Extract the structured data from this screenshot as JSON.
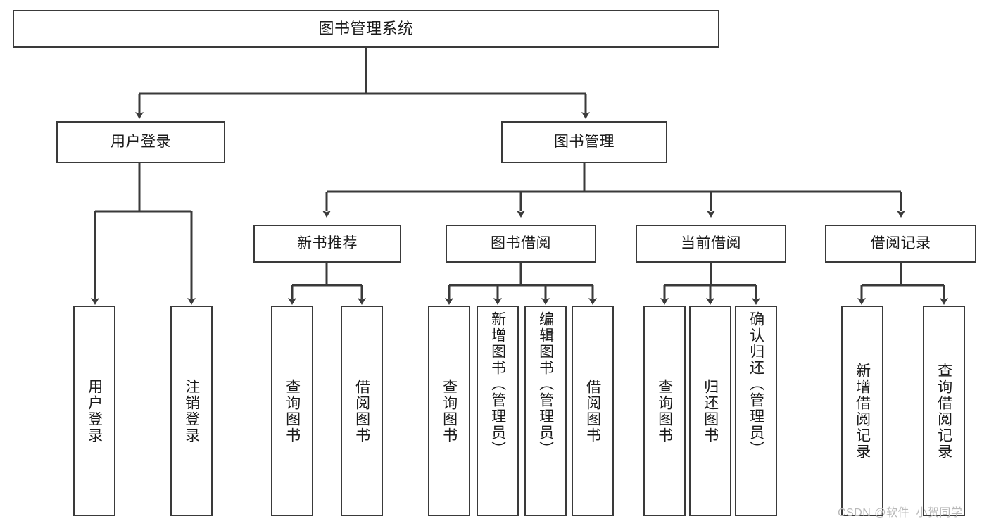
{
  "diagram": {
    "title": "图书管理系统",
    "type": "hierarchy-tree",
    "levels": 4,
    "colors": {
      "background": "#ffffff",
      "box_border": "#3a3a3a",
      "box_fill": "#ffffff",
      "connector": "#3a3a3a",
      "text": "#1a1a1a",
      "watermark": "#b9b9b9"
    },
    "nodes": {
      "root": {
        "label": "图书管理系统"
      },
      "level2": [
        {
          "id": "user-login",
          "label": "用户登录"
        },
        {
          "id": "book-manage",
          "label": "图书管理"
        }
      ],
      "level3": [
        {
          "id": "new-book-rec",
          "label": "新书推荐"
        },
        {
          "id": "book-borrow",
          "label": "图书借阅"
        },
        {
          "id": "current-borrow",
          "label": "当前借阅"
        },
        {
          "id": "borrow-record",
          "label": "借阅记录"
        }
      ],
      "leaves": {
        "user_login": [
          {
            "id": "leaf-user-login",
            "label": "用户登录"
          },
          {
            "id": "leaf-logout",
            "label": "注销登录"
          }
        ],
        "new_book_rec": [
          {
            "id": "leaf-query-book-1",
            "label": "查询图书"
          },
          {
            "id": "leaf-borrow-book-1",
            "label": "借阅图书"
          }
        ],
        "book_borrow": [
          {
            "id": "leaf-query-book-2",
            "label": "查询图书"
          },
          {
            "id": "leaf-add-book",
            "label": "新增图书（管理员）"
          },
          {
            "id": "leaf-edit-book",
            "label": "编辑图书（管理员）"
          },
          {
            "id": "leaf-borrow-book-2",
            "label": "借阅图书"
          }
        ],
        "current_borrow": [
          {
            "id": "leaf-query-book-3",
            "label": "查询图书"
          },
          {
            "id": "leaf-return-book",
            "label": "归还图书"
          },
          {
            "id": "leaf-confirm-return",
            "label": "确认归还（管理员）"
          }
        ],
        "borrow_record": [
          {
            "id": "leaf-add-record",
            "label": "新增借阅记录"
          },
          {
            "id": "leaf-query-record",
            "label": "查询借阅记录"
          }
        ]
      }
    }
  },
  "watermark": {
    "text": "CSDN @软件_小贺同学"
  }
}
